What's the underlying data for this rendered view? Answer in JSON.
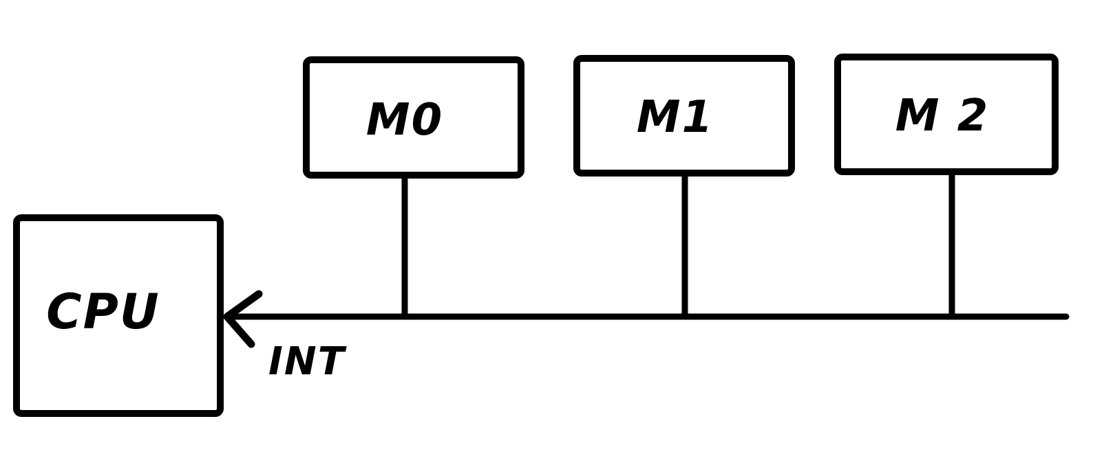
{
  "page": {
    "background_color": "#ffffff",
    "ink_color": "#000000",
    "style": "hand-drawn sketch"
  },
  "diagram": {
    "cpu": {
      "label": "CPU"
    },
    "modules": [
      {
        "label": "M0"
      },
      {
        "label": "M1"
      },
      {
        "label": "M 2"
      }
    ],
    "interrupt_line": {
      "label": "INT"
    }
  }
}
